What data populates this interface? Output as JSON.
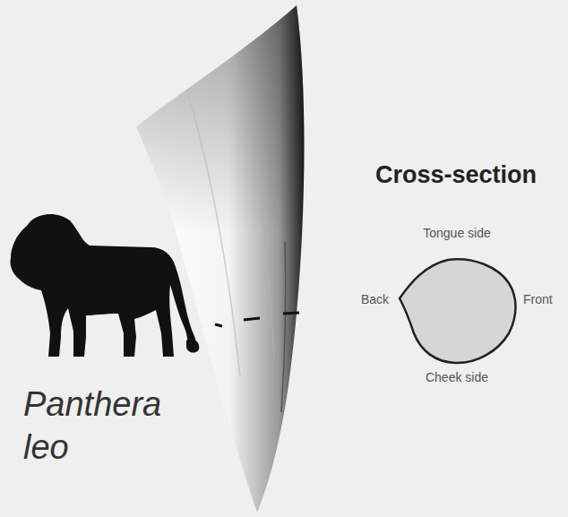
{
  "diagram": {
    "labels": [
      "Cross-section",
      "Tongue side",
      "Back",
      "Front",
      "Cheek side",
      "Panthera leo"
    ]
  }
}
